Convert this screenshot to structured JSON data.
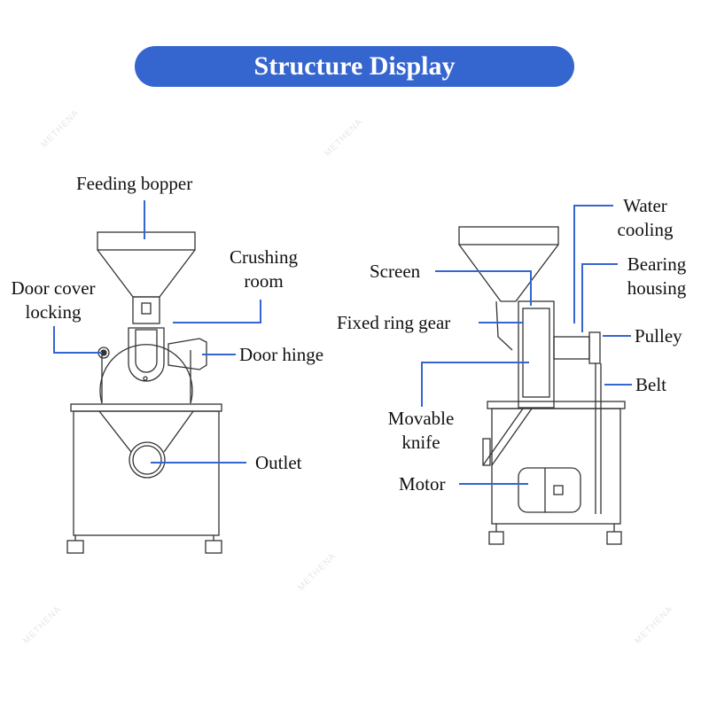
{
  "title": "Structure Display",
  "accent_color": "#3565cf",
  "watermark": "METHENA",
  "left_machine": {
    "labels": {
      "feeding_hopper": "Feeding bopper",
      "crushing_room_1": "Crushing",
      "crushing_room_2": "room",
      "door_cover_1": "Door cover",
      "door_cover_2": "locking",
      "door_hinge": "Door hinge",
      "outlet": "Outlet"
    }
  },
  "right_machine": {
    "labels": {
      "water_cooling_1": "Water",
      "water_cooling_2": "cooling",
      "screen": "Screen",
      "bearing_1": "Bearing",
      "bearing_2": "housing",
      "fixed_ring_gear": "Fixed ring gear",
      "pulley": "Pulley",
      "belt": "Belt",
      "movable_knife_1": "Movable",
      "movable_knife_2": "knife",
      "motor": "Motor"
    }
  }
}
